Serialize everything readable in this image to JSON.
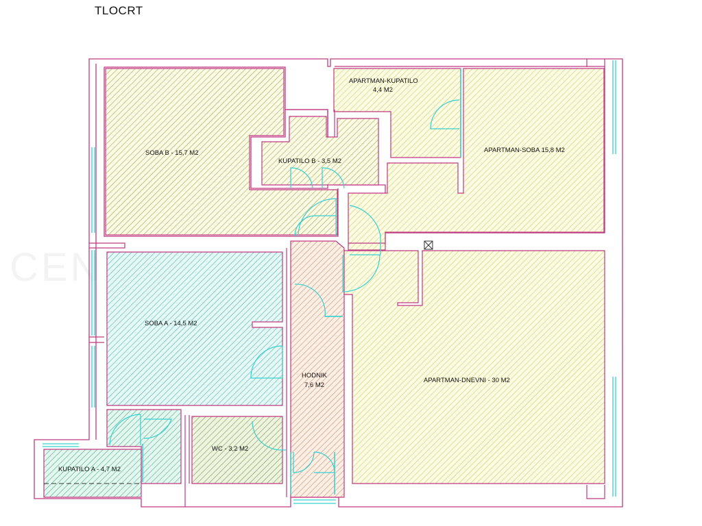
{
  "title": "TLOCRT",
  "watermark": "CEN                                    AR",
  "colors": {
    "wall": "#c0387f",
    "soba_b": "#b7b04a",
    "apartman": "#cdcc42",
    "soba_a": "#4fc4b8",
    "hodnik": "#d49a74",
    "wc": "#8da64a",
    "kupatilo_a": "#4fbf9a",
    "door": "#35d0cf"
  },
  "rooms": {
    "soba_b": "SOBA B - 15,7 M2",
    "kupatilo_b": "KUPATILO B - 3,5 M2",
    "apartman_kupatilo_1": "APARTMAN-KUPATILO",
    "apartman_kupatilo_2": "4,4 M2",
    "apartman_soba": "APARTMAN-SOBA 15,8 M2",
    "soba_a": "SOBA A - 14,5 M2",
    "hodnik_1": "HODNIK",
    "hodnik_2": "7,6 M2",
    "apartman_dnevni": "APARTMAN-DNEVNI - 30 M2",
    "wc": "WC - 3,2 M2",
    "kupatilo_a": "KUPATILO A - 4,7 M2"
  }
}
